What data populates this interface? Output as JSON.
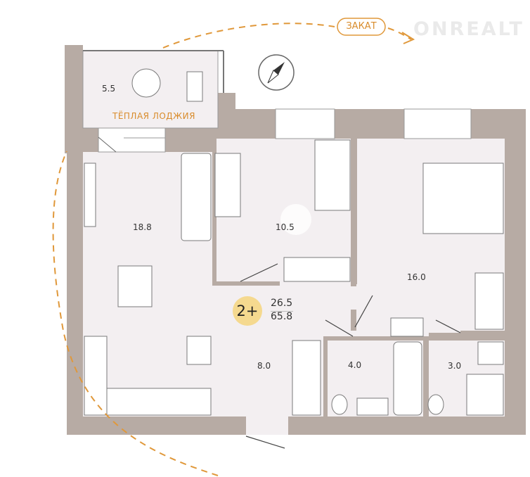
{
  "plan": {
    "rooms_label": "2+",
    "living_area": "26.5",
    "total_area": "65.8",
    "rooms": [
      {
        "name": "loggia",
        "area": "5.5",
        "label": "ТЁПЛАЯ ЛОДЖИЯ"
      },
      {
        "name": "living-kitchen",
        "area": "18.8"
      },
      {
        "name": "bedroom-small",
        "area": "10.5"
      },
      {
        "name": "bedroom-large",
        "area": "16.0"
      },
      {
        "name": "hallway",
        "area": "8.0"
      },
      {
        "name": "bathroom",
        "area": "4.0"
      },
      {
        "name": "wc",
        "area": "3.0"
      }
    ],
    "sunset_label": "ЗАКАТ",
    "watermark": "ONREALT"
  },
  "colors": {
    "wall": "#b7aba4",
    "floor": "#f3eff1",
    "accent": "#e0983a",
    "badge": "#f5d98f"
  }
}
